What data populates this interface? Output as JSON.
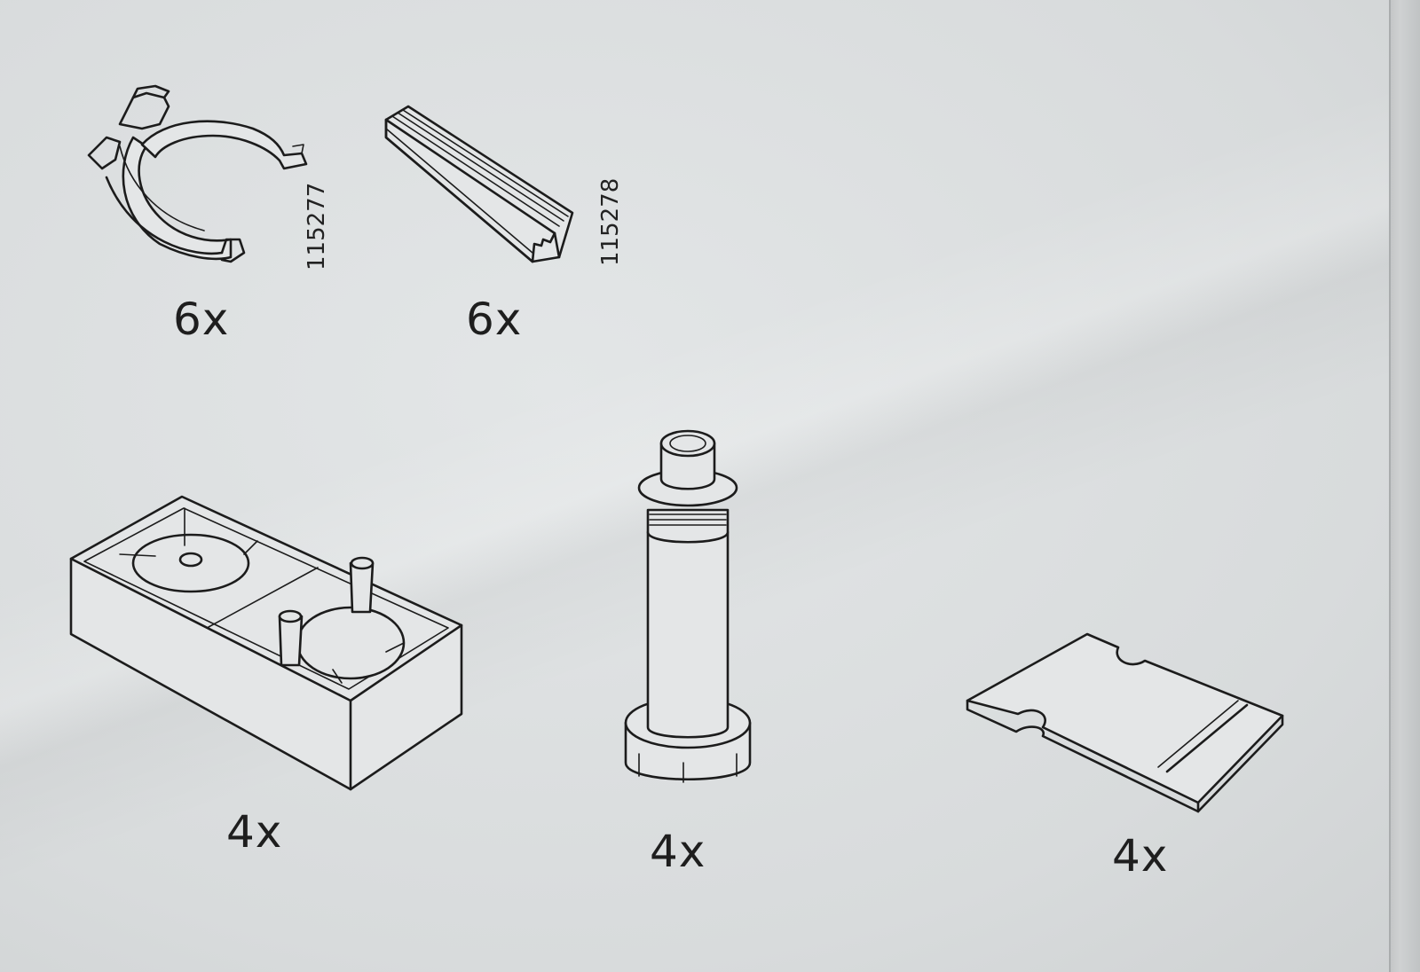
{
  "parts": [
    {
      "id": "clip",
      "icon": "pipe-clip-icon",
      "quantity": "6x",
      "part_number": "115277"
    },
    {
      "id": "dowel",
      "icon": "grooved-dowel-icon",
      "quantity": "6x",
      "part_number": "115278"
    },
    {
      "id": "base",
      "icon": "plastic-base-box-icon",
      "quantity": "4x"
    },
    {
      "id": "leg",
      "icon": "adjustable-leg-icon",
      "quantity": "4x"
    },
    {
      "id": "plate",
      "icon": "slotted-plate-icon",
      "quantity": "4x"
    }
  ]
}
